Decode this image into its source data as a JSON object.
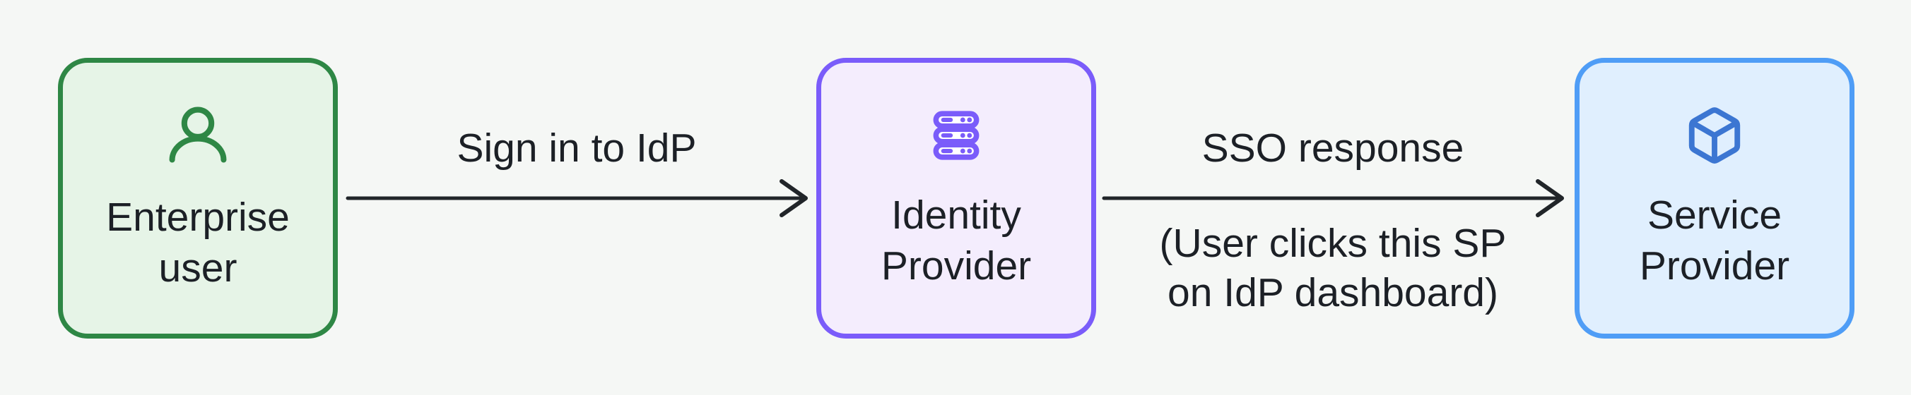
{
  "diagram": {
    "title": "SSO flow diagram",
    "background_color": "#f5f7f5",
    "text_color": "#1c2026",
    "arrow_color": "#212529"
  },
  "nodes": [
    {
      "id": "enterprise-user",
      "lines": [
        "Enterprise",
        "user"
      ],
      "icon": "user-icon",
      "border_color": "#2e8745",
      "fill_color": "#e6f4e7",
      "icon_color": "#2e8745"
    },
    {
      "id": "identity-provider",
      "lines": [
        "Identity",
        "Provider"
      ],
      "icon": "server-stack-icon",
      "border_color": "#7a5cfa",
      "fill_color": "#f4edfd",
      "icon_color": "#7a5cfa"
    },
    {
      "id": "service-provider",
      "lines": [
        "Service",
        "Provider"
      ],
      "icon": "cube-icon",
      "border_color": "#4f9df6",
      "fill_color": "#e0effe",
      "icon_color": "#3c76d2"
    }
  ],
  "edges": [
    {
      "id": "sign-in-to-idp",
      "from": "enterprise-user",
      "to": "identity-provider",
      "label": "Sign in to IdP"
    },
    {
      "id": "sso-response",
      "from": "identity-provider",
      "to": "service-provider",
      "label": "SSO response",
      "note_lines": [
        "(User clicks this SP",
        "on IdP dashboard)"
      ]
    }
  ]
}
